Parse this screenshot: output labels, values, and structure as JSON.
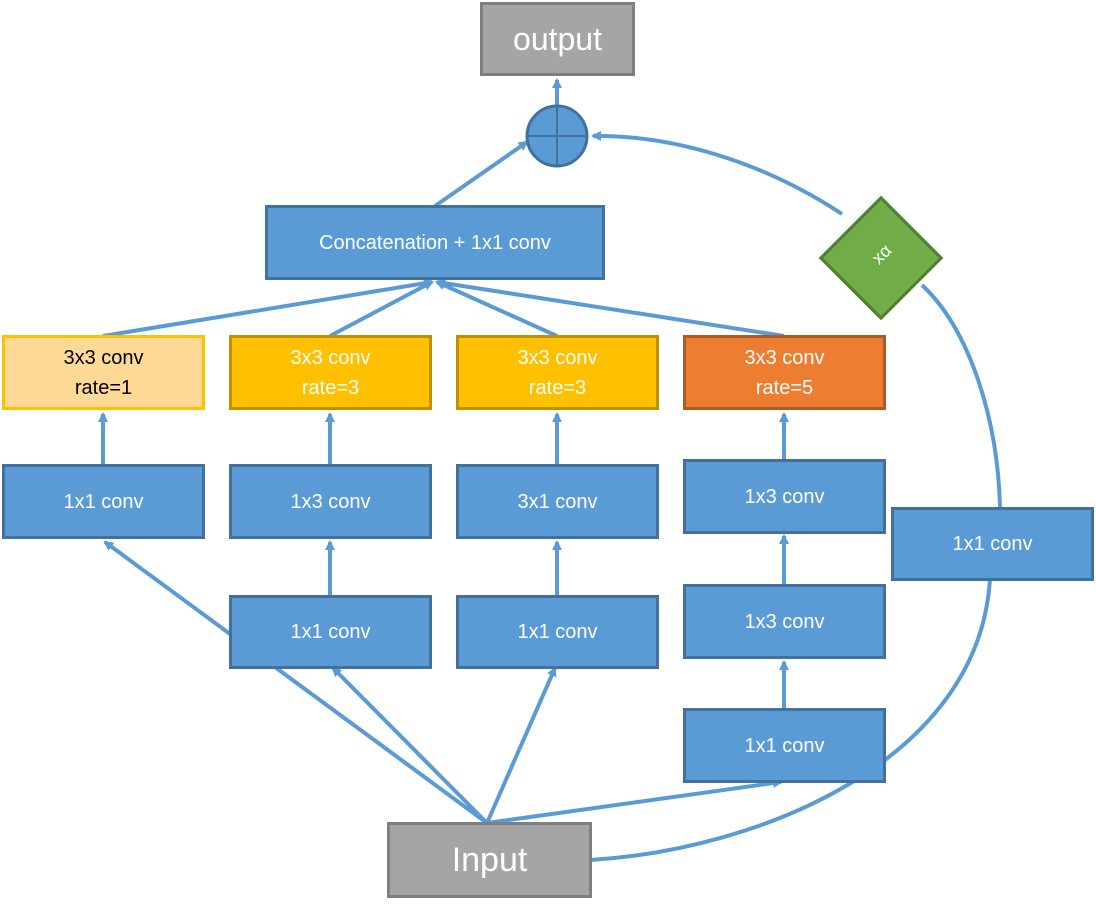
{
  "output": "output",
  "input": "Input",
  "concat": "Concatenation + 1x1 conv",
  "scale": "xα",
  "branch1": {
    "top": "3x3 conv",
    "top_rate": "rate=1",
    "mid": "1x1 conv"
  },
  "branch2": {
    "top": "3x3 conv",
    "top_rate": "rate=3",
    "mid": "1x3 conv",
    "bottom": "1x1 conv"
  },
  "branch3": {
    "top": "3x3 conv",
    "top_rate": "rate=3",
    "mid": "3x1 conv",
    "bottom": "1x1 conv"
  },
  "branch4": {
    "top": "3x3 conv",
    "top_rate": "rate=5",
    "mid": "1x3 conv",
    "mid2": "1x3 conv",
    "bottom": "1x1 conv"
  },
  "shortcut": "1x1 conv",
  "colors": {
    "blue": "#5b9bd5",
    "grey": "#a5a5a5",
    "light_yellow": "#ffd996",
    "yellow": "#ffc000",
    "orange": "#ed7d31",
    "green": "#70ad47"
  }
}
